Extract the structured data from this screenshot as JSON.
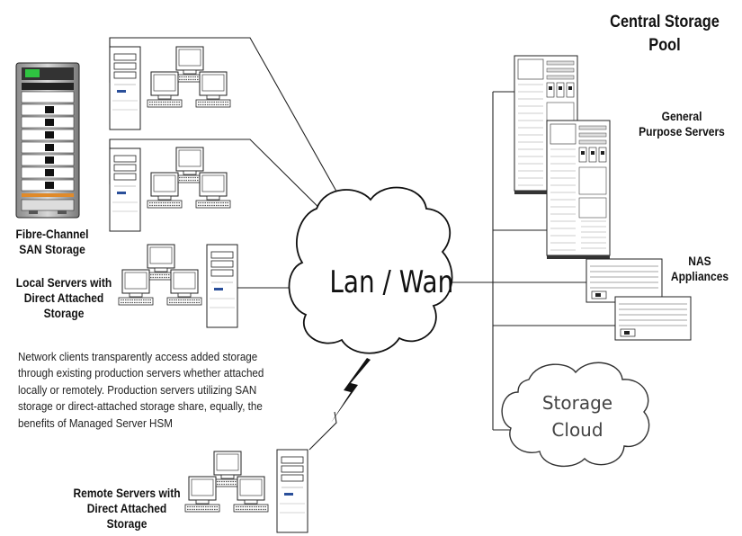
{
  "title": {
    "line1": "Central Storage",
    "line2": "Pool"
  },
  "labels": {
    "fibre_channel": {
      "line1": "Fibre-Channel",
      "line2": "SAN Storage"
    },
    "local_servers": {
      "line1": "Local Servers with",
      "line2": "Direct Attached",
      "line3": "Storage"
    },
    "remote_servers": {
      "line1": "Remote Servers with",
      "line2": "Direct Attached",
      "line3": "Storage"
    },
    "general_purpose": {
      "line1": "General",
      "line2": "Purpose Servers"
    },
    "nas": {
      "line1": "NAS",
      "line2": "Appliances"
    }
  },
  "clouds": {
    "lan_wan": "Lan / Wan",
    "storage_cloud": {
      "line1": "Storage",
      "line2": "Cloud"
    }
  },
  "description": {
    "lines": [
      "Network clients transparently access added storage",
      "through existing production servers whether attached",
      "locally or remotely.  Production servers utilizing SAN",
      "storage or direct-attached storage share, equally, the",
      "benefits of Managed Server HSM"
    ]
  },
  "colors": {
    "line": "#222222",
    "san_accent": "#2fc441",
    "san_stripe": "#e08a2a",
    "server_blue": "#2a4f9a"
  }
}
